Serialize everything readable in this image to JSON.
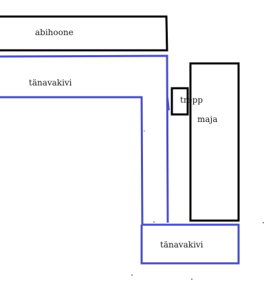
{
  "diagram": {
    "labels": {
      "abihoone": "abihoone",
      "tanavakivi_top": "tänavakivi",
      "trepp": "trepp",
      "maja": "maja",
      "tanavakivi_bottom": "tänavakivi"
    },
    "colors": {
      "building_outline": "#000000",
      "pavement_outline": "#4a4fc4",
      "label_text": "#1a1a1a",
      "background": "#ffffff"
    }
  }
}
